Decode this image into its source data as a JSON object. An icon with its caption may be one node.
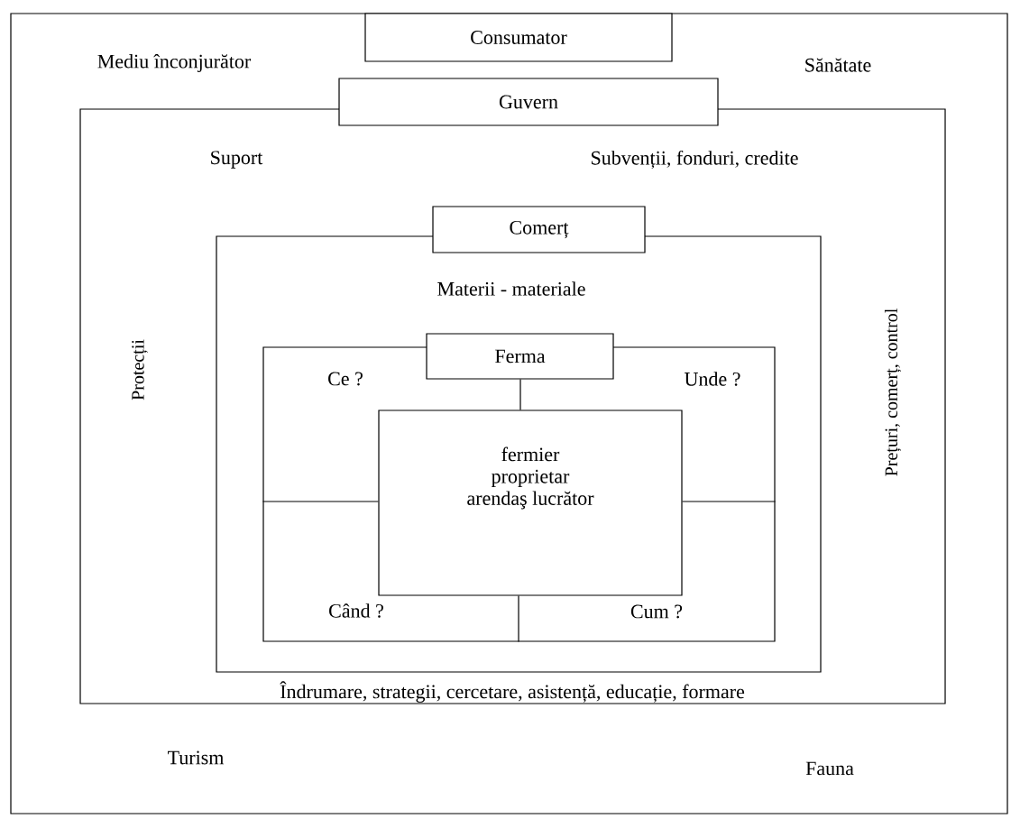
{
  "diagram": {
    "nodes": [
      {
        "text": [
          "Mediu înconjurător",
          "Sănătate",
          "Turism",
          "Fauna"
        ]
      },
      {
        "text": [
          "Consumator"
        ],
        "in": 0
      },
      {
        "text": [
          "Suport",
          "Subvenții, fonduri, credite",
          "Protecții",
          "Prețuri, comerț, control",
          "Îndrumare, strategii, cercetare, asistență, educație, formare"
        ],
        "in": 0
      },
      {
        "text": [
          "Guvern"
        ],
        "in": 0
      },
      {
        "text": [
          "Materii - materiale"
        ],
        "in": 2
      },
      {
        "text": [
          "Comerț"
        ],
        "in": 2
      },
      {
        "text": [
          "Ce ?",
          "Unde ?",
          "Când ?",
          "Cum ?"
        ],
        "in": 4
      },
      {
        "text": [
          "Ferma"
        ],
        "in": 4
      },
      {
        "text": [
          "fermier proprietar arendaş lucrător"
        ],
        "in": 6
      }
    ],
    "edges": [
      {
        "from": 7,
        "to": 8,
        "arrow": "none"
      },
      {
        "from": 6,
        "to": 8,
        "arrow": "none"
      },
      {
        "from": 8,
        "to": 6,
        "arrow": "none"
      },
      {
        "from": 8,
        "to": 6,
        "arrow": "none"
      }
    ]
  }
}
